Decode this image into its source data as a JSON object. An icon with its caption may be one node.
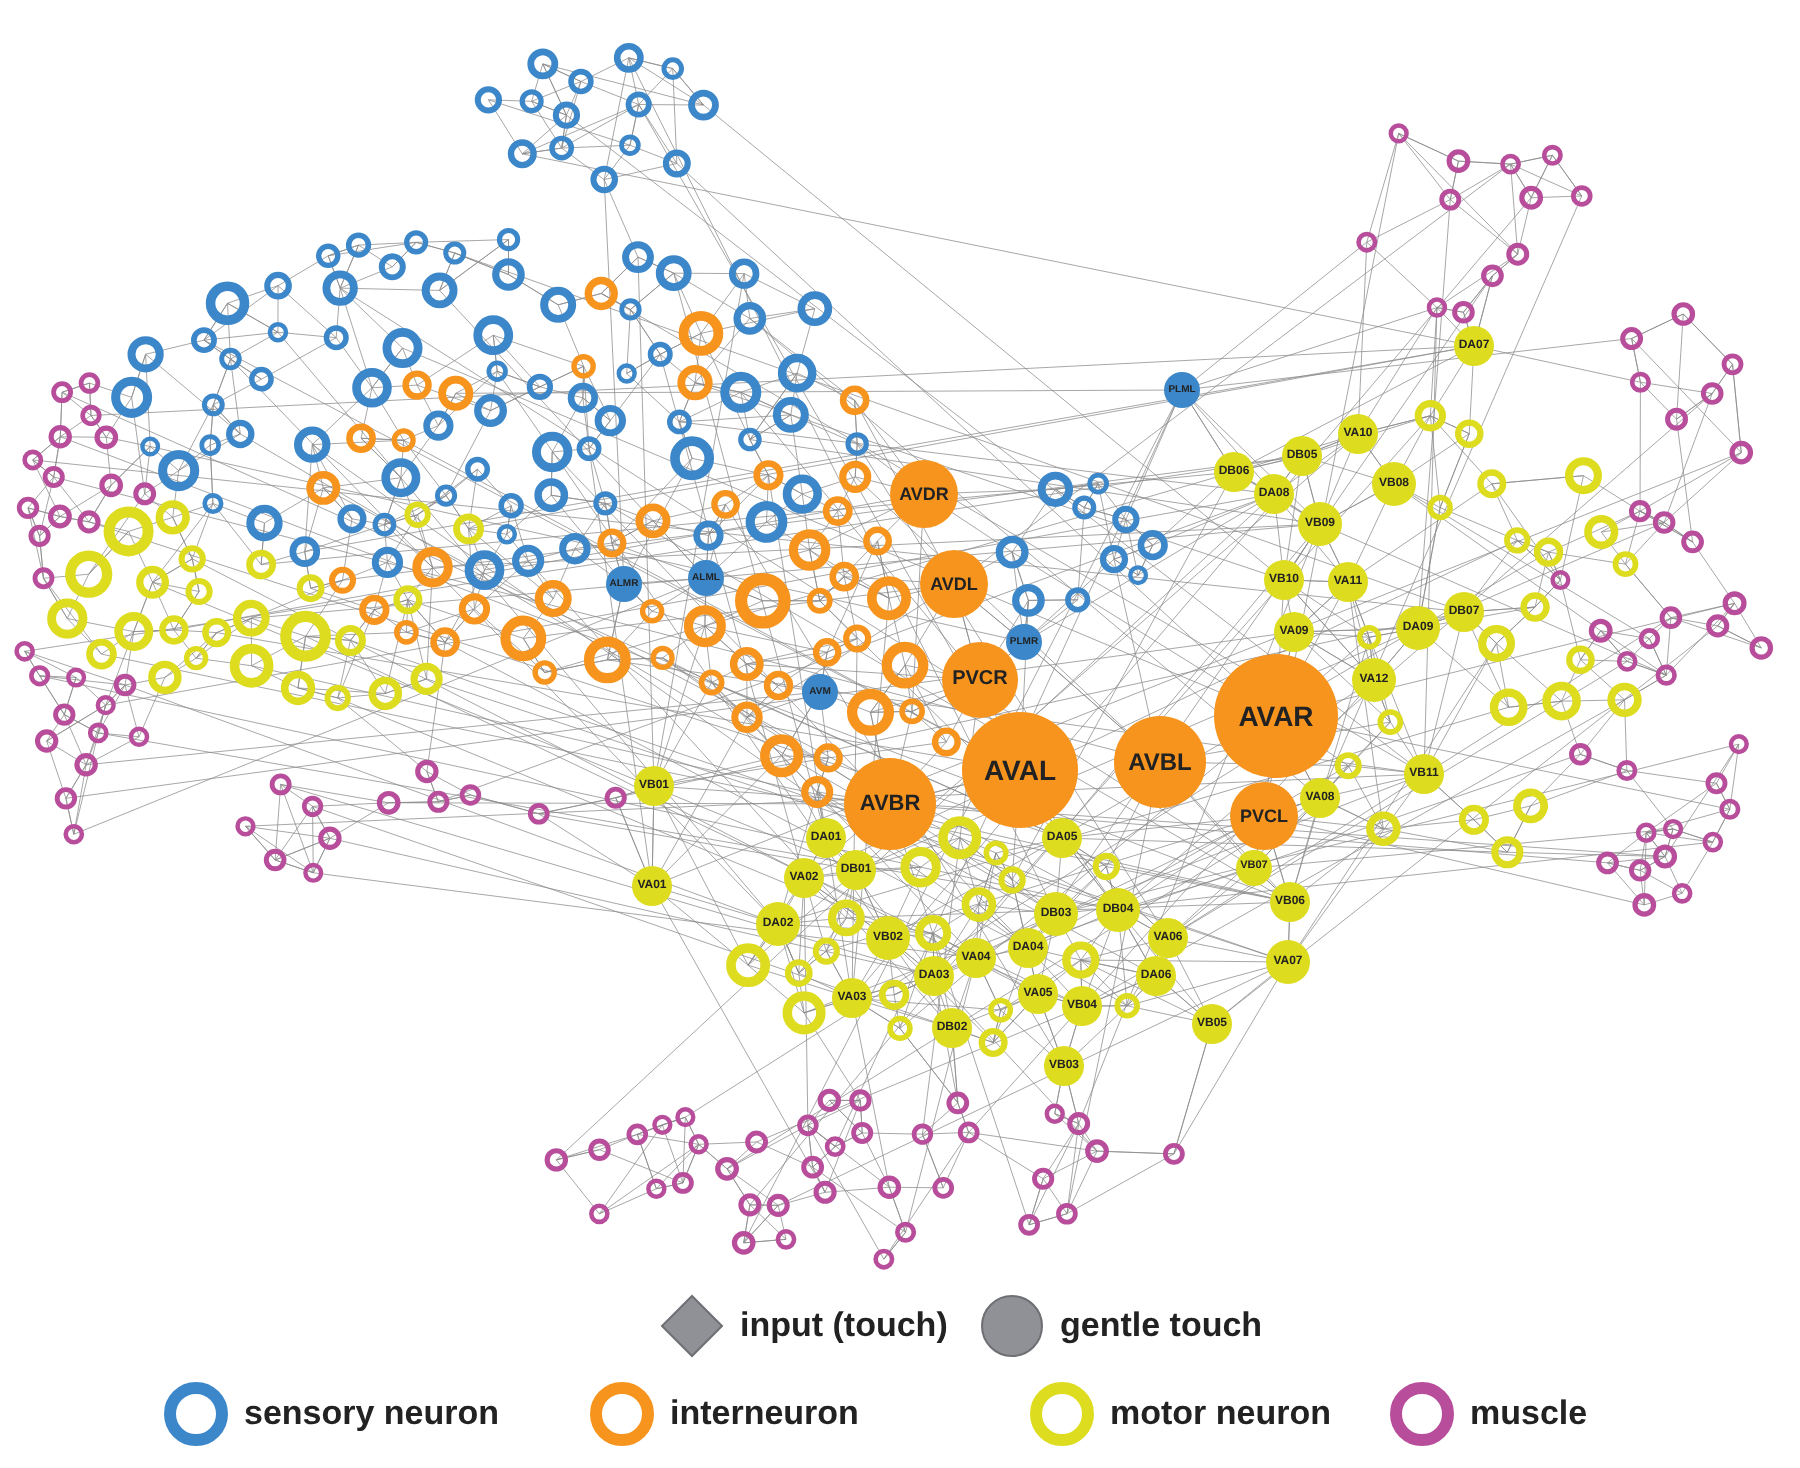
{
  "diagram": {
    "nodes": [
      {
        "text": [
          "DA07"
        ]
      },
      {
        "text": [
          "PLML"
        ]
      },
      {
        "text": [
          "VA10"
        ]
      },
      {
        "text": [
          "DB05"
        ]
      },
      {
        "text": [
          "DB06"
        ]
      },
      {
        "text": [
          "VB08"
        ]
      },
      {
        "text": [
          "DA08"
        ]
      },
      {
        "text": [
          "AVDR"
        ]
      },
      {
        "text": [
          "VB09"
        ]
      },
      {
        "text": [
          "VB10"
        ]
      },
      {
        "text": [
          "ALML"
        ]
      },
      {
        "text": [
          "VA11"
        ]
      },
      {
        "text": [
          "ALMR"
        ]
      },
      {
        "text": [
          "AVDL"
        ]
      },
      {
        "text": [
          "DB07"
        ]
      },
      {
        "text": [
          "DA09"
        ]
      },
      {
        "text": [
          "VA09"
        ]
      },
      {
        "text": [
          "PLMR"
        ]
      },
      {
        "text": [
          "PVCR"
        ]
      },
      {
        "text": [
          "VA12"
        ]
      },
      {
        "text": [
          "AVM"
        ]
      },
      {
        "text": [
          "AVAR"
        ]
      },
      {
        "text": [
          "AVBL"
        ]
      },
      {
        "text": [
          "AVAL"
        ]
      },
      {
        "text": [
          "VB11"
        ]
      },
      {
        "text": [
          "VB01"
        ]
      },
      {
        "text": [
          "VA08"
        ]
      },
      {
        "text": [
          "AVBR"
        ]
      },
      {
        "text": [
          "PVCL"
        ]
      },
      {
        "text": [
          "DA01"
        ]
      },
      {
        "text": [
          "DA05"
        ]
      },
      {
        "text": [
          "DB01"
        ]
      },
      {
        "text": [
          "VB07"
        ]
      },
      {
        "text": [
          "VA02"
        ]
      },
      {
        "text": [
          "VA01"
        ]
      },
      {
        "text": [
          "VB06"
        ]
      },
      {
        "text": [
          "DB04"
        ]
      },
      {
        "text": [
          "DB03"
        ]
      },
      {
        "text": [
          "DA02"
        ]
      },
      {
        "text": [
          "VB02"
        ]
      },
      {
        "text": [
          "VA06"
        ]
      },
      {
        "text": [
          "DA04"
        ]
      },
      {
        "text": [
          "VA04"
        ]
      },
      {
        "text": [
          "VA07"
        ]
      },
      {
        "text": [
          "DA06"
        ]
      },
      {
        "text": [
          "DA03"
        ]
      },
      {
        "text": [
          "VA05"
        ]
      },
      {
        "text": [
          "VA03"
        ]
      },
      {
        "text": [
          "VB04"
        ]
      },
      {
        "text": [
          "VB05"
        ]
      },
      {
        "text": [
          "DB02"
        ]
      },
      {
        "text": [
          "VB03"
        ]
      }
    ],
    "legend": [
      {
        "text": "input (touch)"
      },
      {
        "text": "gentle touch"
      },
      {
        "text": "sensory neuron",
        "color": "#3b87c9"
      },
      {
        "text": "interneuron",
        "color": "#f7941d"
      },
      {
        "text": "motor neuron",
        "color": "#dedc1e"
      },
      {
        "text": "muscle",
        "color": "#b84d9b"
      }
    ]
  }
}
